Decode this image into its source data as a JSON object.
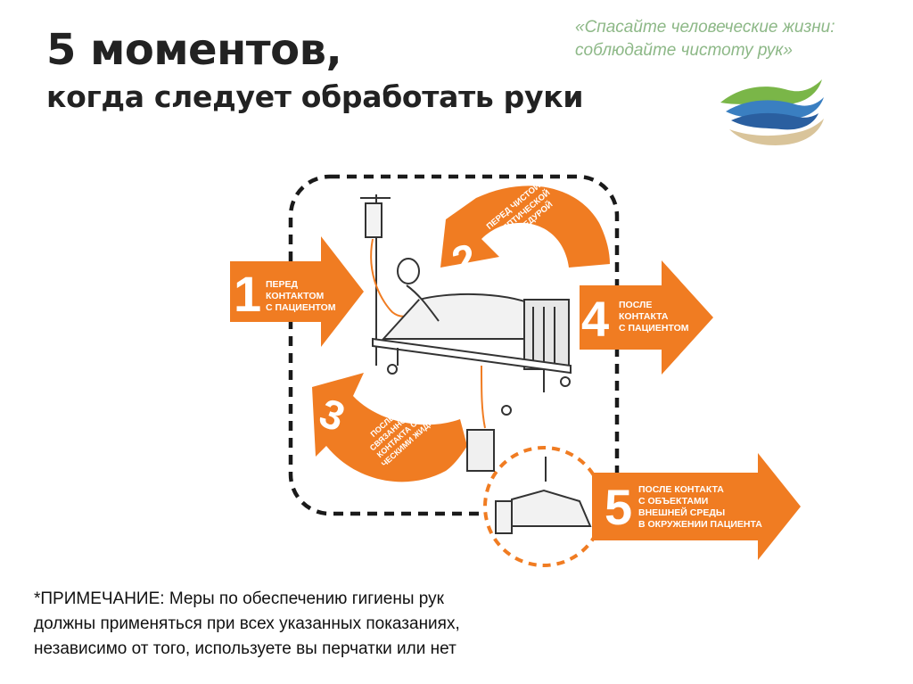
{
  "title": {
    "line1": "5 моментов,",
    "line2": "когда следует обработать руки"
  },
  "slogan": {
    "line1": "«Спасайте человеческие жизни:",
    "line2": "соблюдайте чистоту рук»"
  },
  "moments": [
    {
      "number": "1",
      "label": "ПЕРЕД\nКОНТАКТОМ\nС ПАЦИЕНТОМ"
    },
    {
      "number": "2",
      "label": "ПЕРЕД ЧИСТОЙ/\nАСЕПТИЧЕСКОЙ\nПРОЦЕДУРОЙ"
    },
    {
      "number": "3",
      "label": "ПОСЛЕ СИТУАЦИИ,\nСВЯЗАННОЙ С РИСКОМ\nКОНТАКТА С БИОЛОГИ-\nЧЕСКИМИ ЖИДКОСТЯМИ"
    },
    {
      "number": "4",
      "label": "ПОСЛЕ\nКОНТАКТА\nС ПАЦИЕНТОМ"
    },
    {
      "number": "5",
      "label": "ПОСЛЕ КОНТАКТА\nС ОБЪЕКТАМИ\nВНЕШНЕЙ СРЕДЫ\nВ ОКРУЖЕНИИ ПАЦИЕНТА"
    }
  ],
  "note": "*ПРИМЕЧАНИЕ: Меры по обеспечению гигиены рук\nдолжны применяться при всех указанных показаниях,\nнезависимо от того, используете вы перчатки или нет",
  "colors": {
    "accent_orange": "#f07c22",
    "slogan_green": "#8db887",
    "logo_blue": "#3a7fc1",
    "logo_green": "#7ab648",
    "logo_beige": "#d9c49a"
  }
}
